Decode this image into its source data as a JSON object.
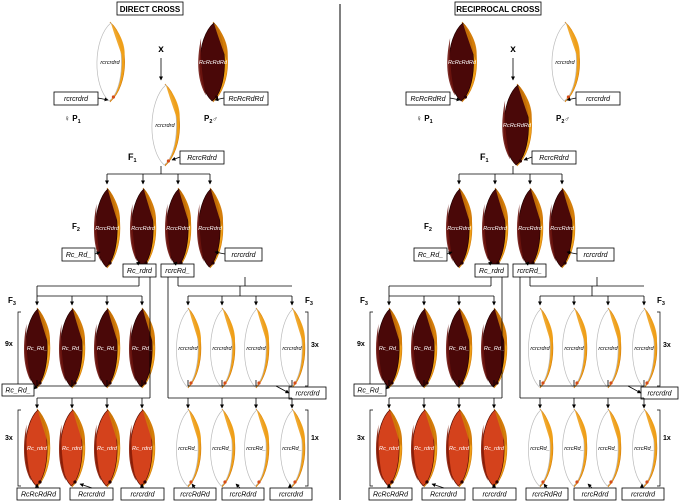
{
  "colors": {
    "seed_dark": "#4a0808",
    "seed_dark_mid": "#6e1510",
    "seed_red": "#d4421c",
    "seed_white": "#ffffff",
    "husk": "#f0a018",
    "husk_deep": "#d27a08",
    "line": "#000000"
  },
  "panels": [
    {
      "title": "DIRECT CROSS",
      "cross_symbol": "x",
      "p1_label": "♀ P",
      "p1_sub": "1",
      "p2_label": "P",
      "p2_sub": "2",
      "p2_symbol": "♂",
      "p1_genotype": "rcrcrdrd",
      "p2_genotype": "RcRcRdRd",
      "p1_seed_text": "rcrcrdrd",
      "p2_seed_text": "RcRcRdRd",
      "f1_label": "F",
      "f1_sub": "1",
      "f1_seed_text": "rcrcrdrd",
      "f1_genotype": "RcrcRdrd",
      "f2_label": "F",
      "f2_sub": "2",
      "f2_seed_texts": [
        "RcrcRdrd",
        "RcrcRdrd",
        "RcrcRdrd",
        "RcrcRdrd"
      ],
      "f2_genotypes": [
        "Rc_Rd_",
        "Rc_rdrd",
        "rcrcRd_",
        "rcrcrdrd"
      ],
      "f3_label": "F",
      "f3_sub": "3",
      "left_group_count": "9x",
      "left_group_seed_texts": [
        "Rc_Rd_",
        "Rc_Rd_",
        "Rc_Rd_",
        "Rc_Rd_"
      ],
      "left_group_genotype": "Rc_Rd_",
      "right_group_count": "3x",
      "right_group_seed_texts": [
        "rcrcrdrd",
        "rcrcrdrd",
        "rcrcrdrd",
        "rcrcrdrd"
      ],
      "right_group_genotype": "rcrcrdrd",
      "bottom_left_count": "3x",
      "bottom_left_seed_texts": [
        "Rc_rdrd",
        "Rc_rdrd",
        "Rc_rdrd",
        "Rc_rdrd"
      ],
      "bottom_left_genotypes": [
        "RcRcRdRd",
        "Rcrcrdrd",
        "rcrcrdrd"
      ],
      "bottom_right_count": "1x",
      "bottom_right_seed_texts": [
        "rcrcRd_",
        "rcrcRd_",
        "rcrcRd_",
        "rcrcRd_"
      ],
      "bottom_right_genotypes": [
        "rcrcRdRd",
        "rcrcRdrd",
        "rcrcrdrd"
      ]
    },
    {
      "title": "RECIPROCAL CROSS",
      "cross_symbol": "x",
      "p1_label": "♀ P",
      "p1_sub": "1",
      "p2_label": "P",
      "p2_sub": "2",
      "p2_symbol": "♂",
      "p1_genotype": "RcRcRdRd",
      "p2_genotype": "rcrcrdrd",
      "p1_seed_text": "RcRcRdRd",
      "p2_seed_text": "rcrcrdrd",
      "f1_label": "F",
      "f1_sub": "1",
      "f1_seed_text": "RcRcRdRd",
      "f1_genotype": "RcrcRdrd",
      "f2_label": "F",
      "f2_sub": "2",
      "f2_seed_texts": [
        "RcrcRdrd",
        "RcrcRdrd",
        "RcrcRdrd",
        "RcrcRdrd"
      ],
      "f2_genotypes": [
        "Rc_Rd_",
        "Rc_rdrd",
        "rcrcRd_",
        "rcrcrdrd"
      ],
      "f3_label": "F",
      "f3_sub": "3",
      "left_group_count": "9x",
      "left_group_seed_texts": [
        "Rc_Rd_",
        "Rc_Rd_",
        "Rc_Rd_",
        "Rc_Rd_"
      ],
      "left_group_genotype": "Rc_Rd_",
      "right_group_count": "3x",
      "right_group_seed_texts": [
        "rcrcrdrd",
        "rcrcrdrd",
        "rcrcrdrd",
        "rcrcrdrd"
      ],
      "right_group_genotype": "rcrcrdrd",
      "bottom_left_count": "3x",
      "bottom_left_seed_texts": [
        "Rc_rdrd",
        "Rc_rdrd",
        "Rc_rdrd",
        "Rc_rdrd"
      ],
      "bottom_left_genotypes": [
        "RcRcRdRd",
        "Rcrcrdrd",
        "rcrcrdrd"
      ],
      "bottom_right_count": "1x",
      "bottom_right_seed_texts": [
        "rcrcRd_",
        "rcrcRd_",
        "rcrcRd_",
        "rcrcRd_"
      ],
      "bottom_right_genotypes": [
        "rcrcRdRd",
        "rcrcRdrd",
        "rcrcrdrd"
      ]
    }
  ]
}
